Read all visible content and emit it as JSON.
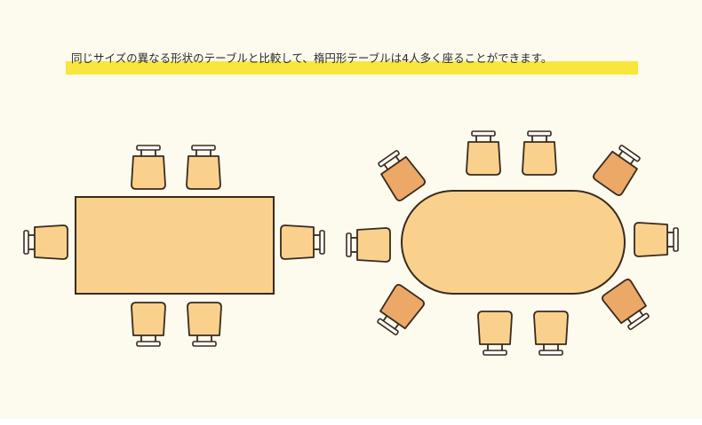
{
  "caption": "同じサイズの異なる形状のテーブルと比較して、楕円形テーブルは4人多く座ることができます。",
  "colors": {
    "background": "#fdfaee",
    "highlight": "#f8e63c",
    "table_fill": "#f9d18d",
    "chair_fill": "#f9d18d",
    "chair_angled_fill": "#eba866",
    "outline": "#3a2a1e"
  },
  "rectangular_table": {
    "shape": "rectangle",
    "chair_count": 6
  },
  "oval_table": {
    "shape": "oval",
    "chair_count": 10
  }
}
